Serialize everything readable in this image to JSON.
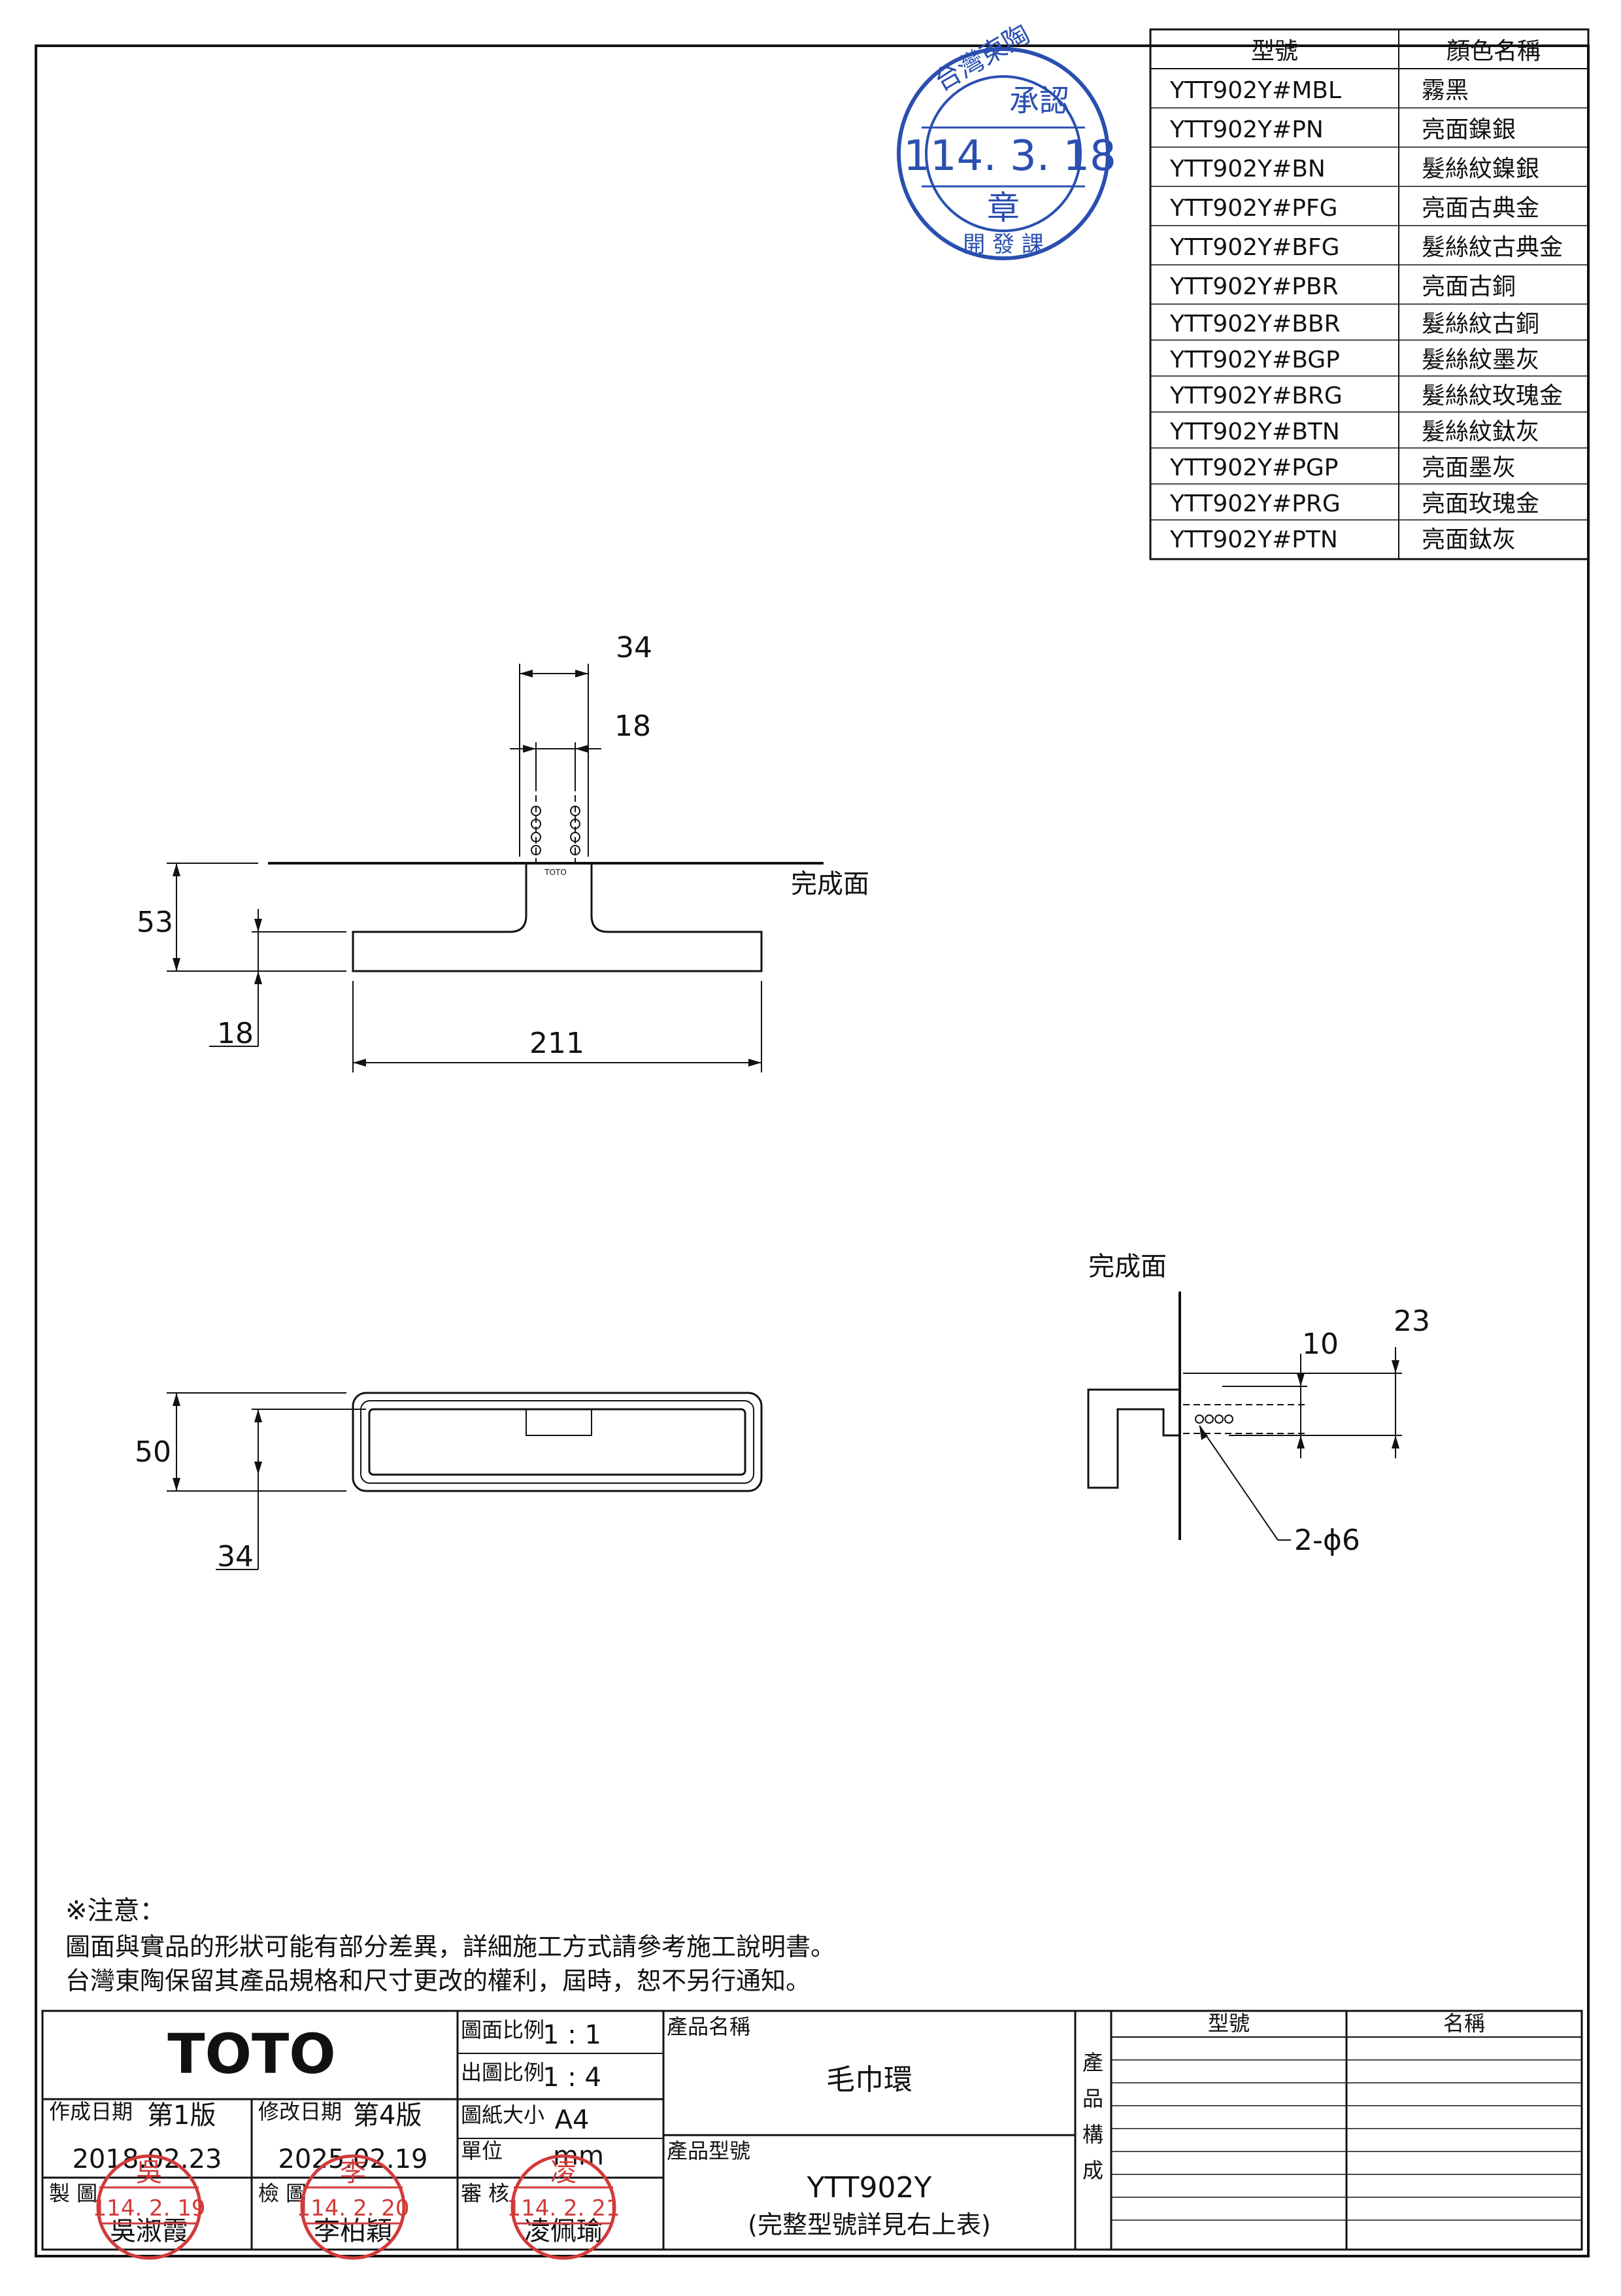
{
  "color_table": {
    "headers": {
      "model": "型號",
      "color": "顏色名稱"
    },
    "rows": [
      {
        "model": "YTT902Y#MBL",
        "color": "霧黑"
      },
      {
        "model": "YTT902Y#PN",
        "color": "亮面鎳銀"
      },
      {
        "model": "YTT902Y#BN",
        "color": "髮絲紋鎳銀"
      },
      {
        "model": "YTT902Y#PFG",
        "color": "亮面古典金"
      },
      {
        "model": "YTT902Y#BFG",
        "color": "髮絲紋古典金"
      },
      {
        "model": "YTT902Y#PBR",
        "color": "亮面古銅"
      },
      {
        "model": "YTT902Y#BBR",
        "color": "髮絲紋古銅"
      },
      {
        "model": "YTT902Y#BGP",
        "color": "髮絲紋墨灰"
      },
      {
        "model": "YTT902Y#BRG",
        "color": "髮絲紋玫瑰金"
      },
      {
        "model": "YTT902Y#BTN",
        "color": "髮絲紋鈦灰"
      },
      {
        "model": "YTT902Y#PGP",
        "color": "亮面墨灰"
      },
      {
        "model": "YTT902Y#PRG",
        "color": "亮面玫瑰金"
      },
      {
        "model": "YTT902Y#PTN",
        "color": "亮面鈦灰"
      }
    ]
  },
  "approval_stamp": {
    "top": "台灣東陶",
    "approve": "承認",
    "date": "114. 3. 18",
    "seal": "章",
    "bottom": "開 發 課"
  },
  "front_view": {
    "dim_34": "34",
    "dim_18_top": "18",
    "dim_53": "53",
    "dim_18_left": "18",
    "dim_211": "211",
    "finish_surface": "完成面",
    "logo": "TOTO"
  },
  "top_view": {
    "dim_50": "50",
    "dim_34": "34"
  },
  "side_view": {
    "finish_surface": "完成面",
    "dim_10": "10",
    "dim_23": "23",
    "hole": "2-ϕ6"
  },
  "notes": {
    "title": "※注意：",
    "line1": "圖面與實品的形狀可能有部分差異，詳細施工方式請參考施工說明書。",
    "line2": "台灣東陶保留其產品規格和尺寸更改的權利，屆時，恕不另行通知。"
  },
  "title_block": {
    "brand": "TOTO",
    "drawing_scale_label": "圖面比例",
    "drawing_scale": "1 : 1",
    "print_scale_label": "出圖比例",
    "print_scale": "1 : 4",
    "paper_label": "圖紙大小",
    "paper": "A4",
    "unit_label": "單位",
    "unit": "mm",
    "product_name_label": "產品名稱",
    "product_name": "毛巾環",
    "product_model_label": "產品型號",
    "product_model": "YTT902Y",
    "model_note": "(完整型號詳見右上表)",
    "created_label": "作成日期",
    "created_version": "第1版",
    "created_date": "2018.02.23",
    "modified_label": "修改日期",
    "modified_version": "第4版",
    "modified_date": "2025.02.19",
    "made_label": "製 圖",
    "made_stamp_name": "吳",
    "made_stamp_date": "114. 2. 19",
    "made_by": "吳淑霞",
    "check_label": "檢 圖",
    "check_stamp_name": "李",
    "check_stamp_date": "114. 2. 20",
    "check_by": "李柏穎",
    "review_label": "審 核",
    "review_stamp_name": "凌",
    "review_stamp_date": "114. 2. 21",
    "review_by": "凌佩瑜",
    "composition_label": [
      "產",
      "品",
      "構",
      "成"
    ],
    "comp_model_header": "型號",
    "comp_name_header": "名稱"
  }
}
